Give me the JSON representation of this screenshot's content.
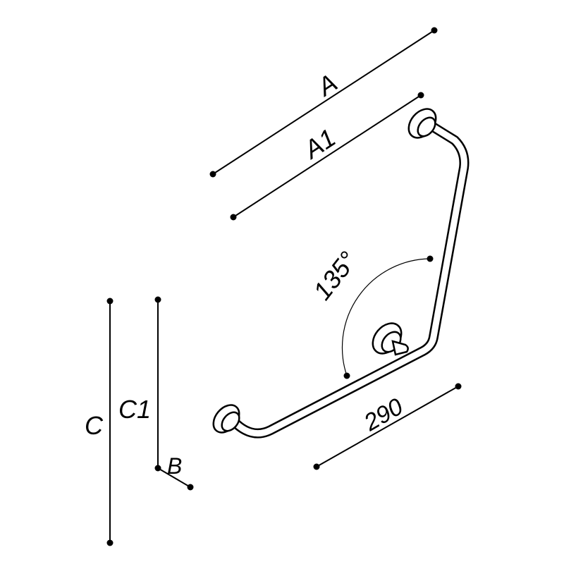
{
  "labels": {
    "a": "A",
    "a1": "A1",
    "c": "C",
    "c1": "C1",
    "b": "B",
    "length": "290",
    "angle": "135°"
  }
}
